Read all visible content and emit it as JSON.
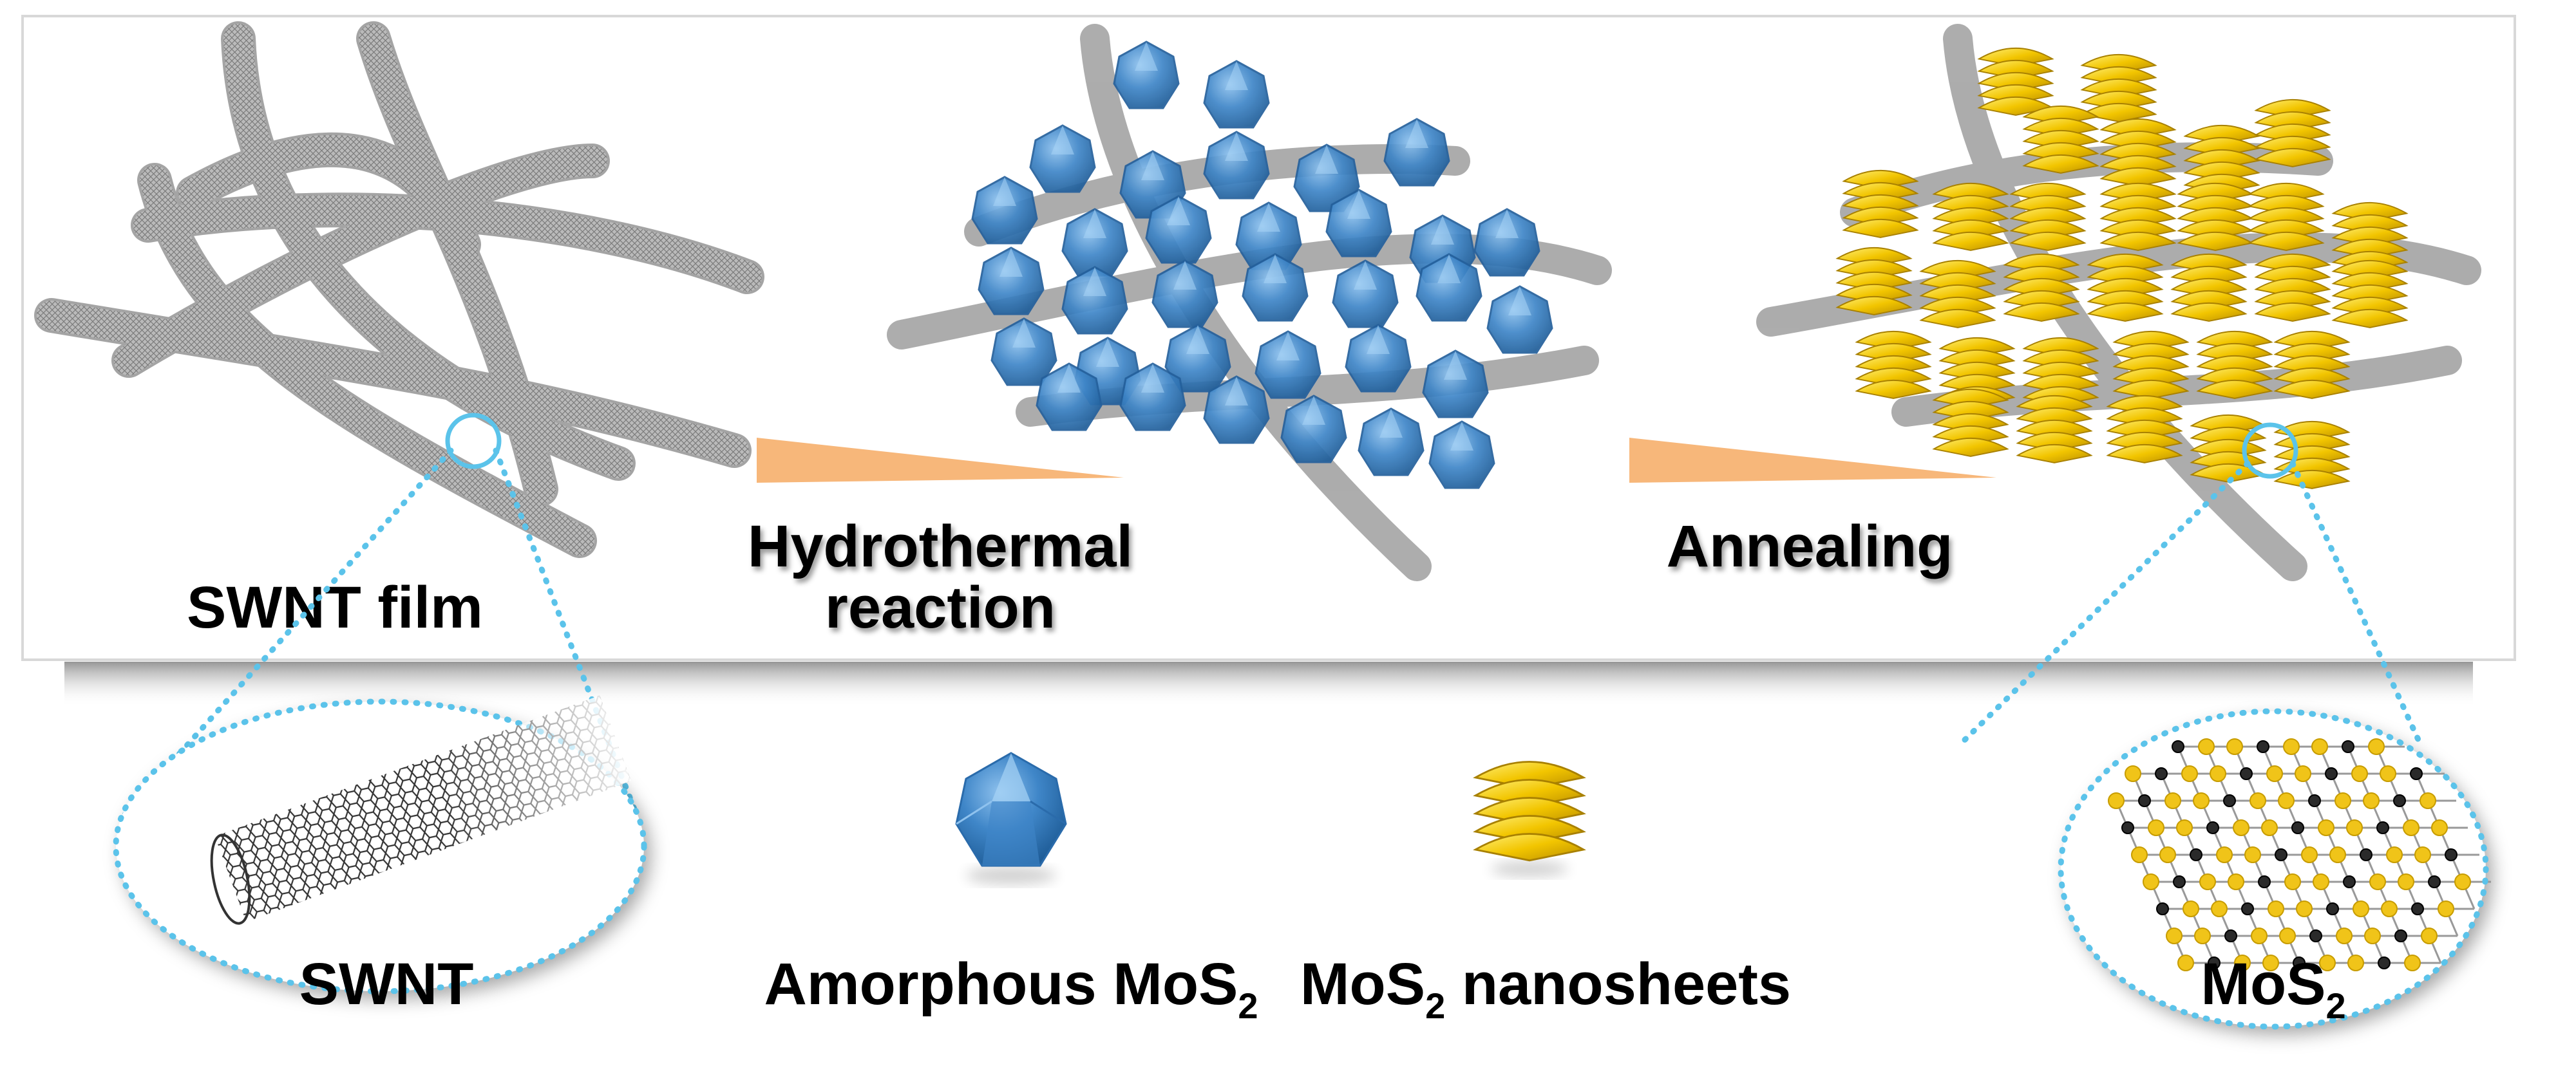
{
  "panel_labels": {
    "swnt_film": "SWNT film",
    "step1_line1": "Hydrothermal",
    "step1_line2": "reaction",
    "step2": "Annealing"
  },
  "legend": {
    "swnt": "SWNT",
    "amorphous_prefix": "Amorphous MoS",
    "amorphous_sub": "2",
    "nanosheets_prefix": "MoS",
    "nanosheets_sub": "2",
    "nanosheets_suffix": " nanosheets",
    "mos2_prefix": "MoS",
    "mos2_sub": "2"
  },
  "colors": {
    "tube": "#8a8a8a",
    "amorphous": "#3f86c8",
    "nanosheet": "#f2c500",
    "arrow": "#f7b77a",
    "zoom_ring": "#5bc3ea",
    "panel_border": "#d8d8d8",
    "sulfur": "#f0c419",
    "molybdenum": "#2a2a2a"
  }
}
